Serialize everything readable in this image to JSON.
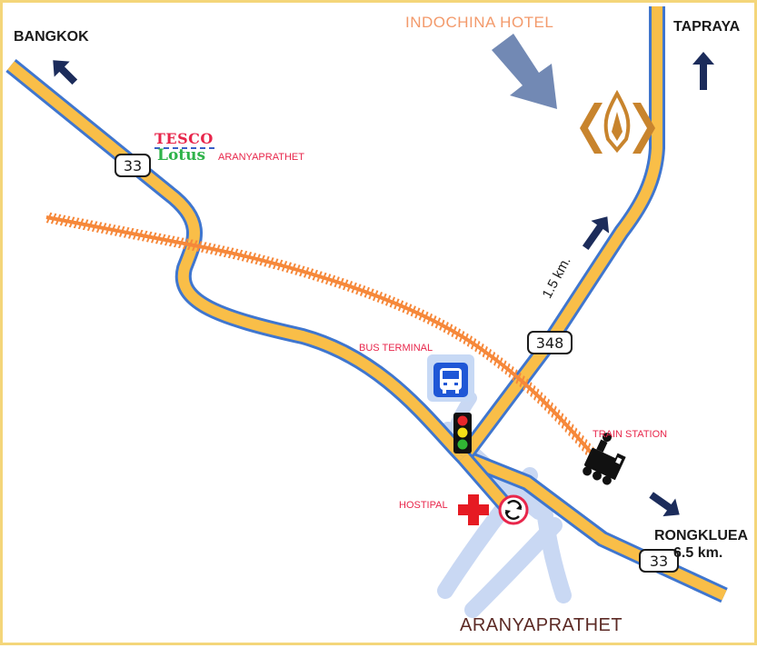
{
  "places": {
    "bangkok": "BANGKOK",
    "tapraya": "TAPRAYA",
    "rongkluea": "RONGKLUEA",
    "rongkluea_distance": "6.5 km.",
    "aranyaprathet": "ARANYAPRATHET"
  },
  "hotel": {
    "name": "INDOCHINA HOTEL",
    "logo_icon": "indochina-hotel-logo"
  },
  "roads": {
    "route_33_top": "33",
    "route_33_bottom": "33",
    "route_348": "348",
    "hotel_distance": "1.5 km."
  },
  "landmarks": {
    "tesco_brand": "TESCO",
    "lotus_brand": "Lotus",
    "tesco_branch": "ARANYAPRATHET",
    "bus_terminal": "BUS TERMINAL",
    "train_station": "TRAIN STATION",
    "hospital": "HOSTIPAL"
  },
  "icons": [
    "bus-icon",
    "traffic-light-icon",
    "train-icon",
    "hospital-cross-icon",
    "roundabout-icon",
    "direction-arrow-icon"
  ],
  "colors": {
    "road_fill": "#f9be48",
    "road_edge": "#3f76cf",
    "railway": "#f6883a",
    "arrow": "#1c2c5b",
    "label_red": "#e8264b",
    "hotel_label": "#f39a6b",
    "hotel_logo": "#c8842d",
    "city_label": "#5c2a25",
    "frame": "#f4d67a"
  }
}
